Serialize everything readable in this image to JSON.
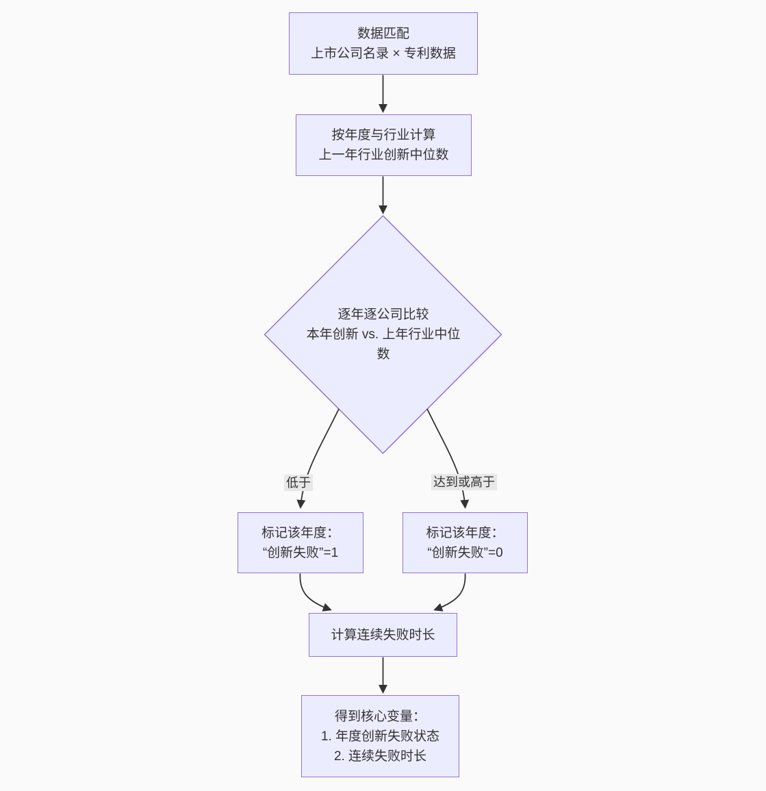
{
  "diagram": {
    "type": "flowchart",
    "direction": "top-down",
    "colors": {
      "background": "#fafafa",
      "node-fill": "#ECECFF",
      "node-border": "#9370DB",
      "edge-color": "#333333",
      "text-color": "#333333",
      "label-bg": "#e8e8e8"
    }
  },
  "nodes": {
    "match": {
      "lines": [
        "数据匹配",
        "上市公司名录 × 专利数据"
      ]
    },
    "median": {
      "lines": [
        "按年度与行业计算",
        "上一年行业创新中位数"
      ]
    },
    "compare": {
      "lines": [
        "逐年逐公司比较",
        "本年创新 vs. 上年行业中位",
        "数"
      ]
    },
    "fail1": {
      "lines": [
        "标记该年度：",
        "“创新失败”=1"
      ]
    },
    "fail0": {
      "lines": [
        "标记该年度：",
        "“创新失败”=0"
      ]
    },
    "duration": {
      "lines": [
        "计算连续失败时长"
      ]
    },
    "core": {
      "lines": [
        "得到核心变量：",
        "1. 年度创新失败状态",
        "2. 连续失败时长"
      ]
    }
  },
  "edge_labels": {
    "below": "低于",
    "at_or_above": "达到或高于"
  }
}
